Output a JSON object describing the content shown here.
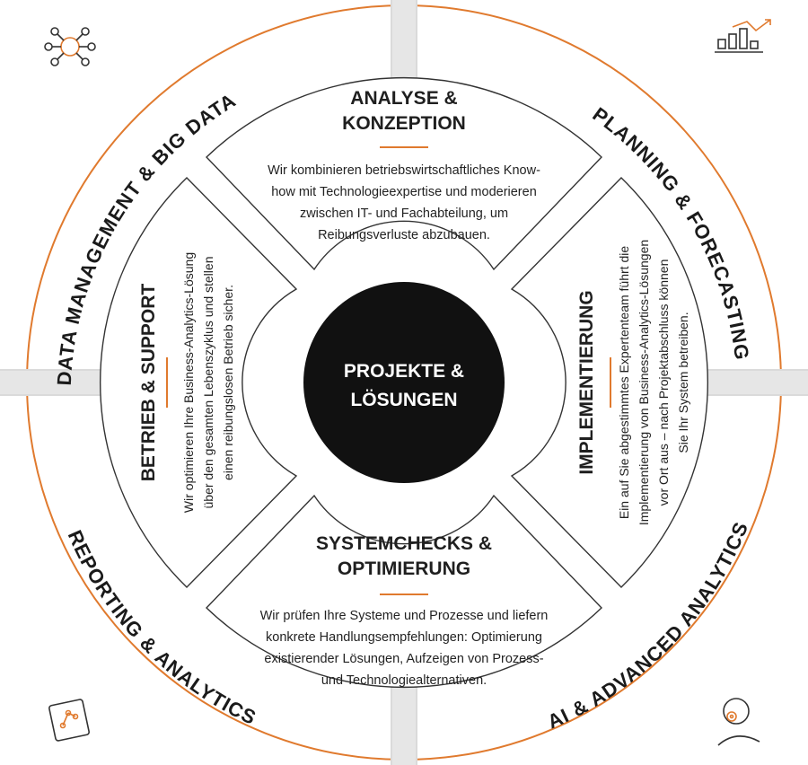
{
  "center": {
    "line1": "PROJEKTE &",
    "line2": "LÖSUNGEN"
  },
  "segments": {
    "analyse": {
      "title": [
        "ANALYSE &",
        "KONZEPTION"
      ],
      "text": [
        "Wir kombinieren betriebswirtschaftliches Know-",
        "how mit Technologieexpertise und moderieren",
        "zwischen IT- und Fachabteilung, um",
        "Reibungsverluste abzubauen."
      ]
    },
    "implementierung": {
      "title": [
        "IMPLEMENTIERUNG"
      ],
      "text": [
        "Ein auf Sie abgestimmtes Expertenteam führt die",
        "Implementierung von Business-Analytics-Lösungen",
        "vor Ort aus – nach Projektabschluss können",
        "Sie Ihr  System betreiben."
      ]
    },
    "systemchecks": {
      "title": [
        "SYSTEMCHECKS &",
        "OPTIMIERUNG"
      ],
      "text": [
        "Wir prüfen Ihre Systeme und Prozesse und liefern",
        "konkrete Handlungsempfehlungen: Optimierung",
        "existierender Lösungen, Aufzeigen von Prozess-",
        "und Technologiealternativen."
      ]
    },
    "betrieb": {
      "title": [
        "BETRIEB & SUPPORT"
      ],
      "text": [
        "Wir optimieren Ihre Business-Analytics-Lösung",
        "über den gesamten Lebenszyklus und stellen",
        "einen reibungslosen Betrieb sicher."
      ]
    }
  },
  "corners": {
    "top_left": "DATA MANAGEMENT & BIG DATA",
    "top_right": "PLANNING & FORECASTING",
    "bottom_left": "REPORTING & ANALYTICS",
    "bottom_right": "AI & ADVANCED ANALYTICS"
  },
  "icons": {
    "top_left": "network-node-icon",
    "top_right": "bar-chart-trend-icon",
    "bottom_left": "tablet-share-icon",
    "bottom_right": "user-ai-icon"
  },
  "colors": {
    "accent": "#e07a2e",
    "dark": "#1a1a1a",
    "line": "#333333"
  }
}
